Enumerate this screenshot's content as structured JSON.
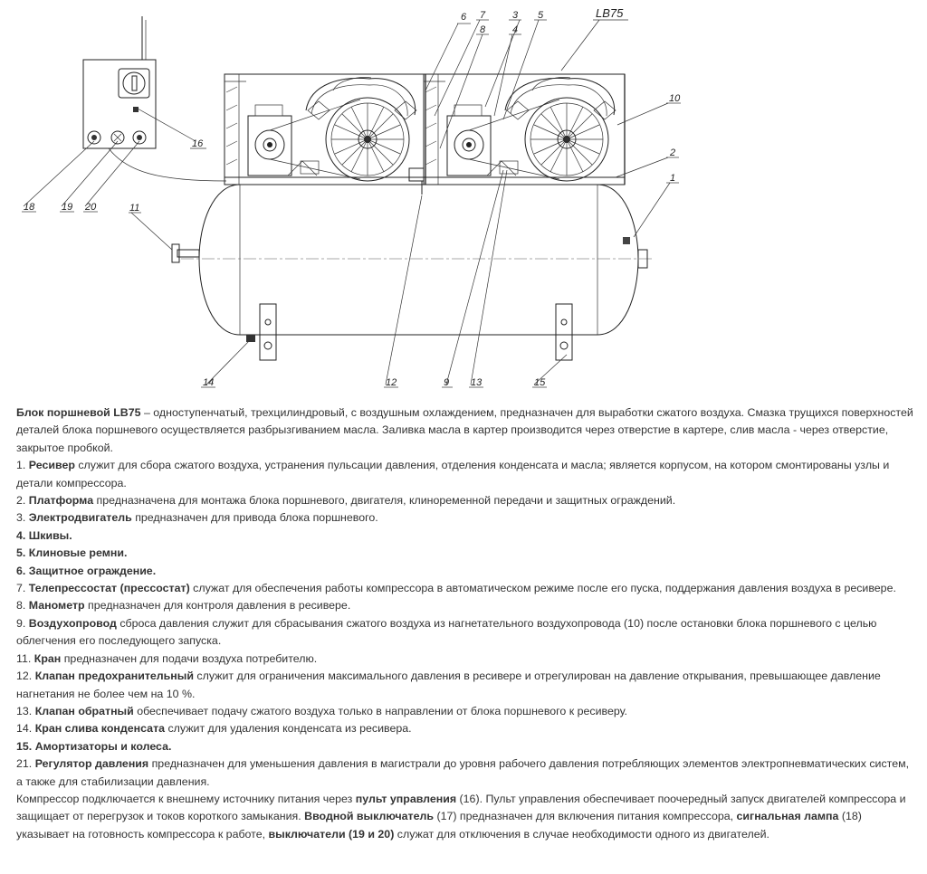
{
  "diagram": {
    "model_label": "LB75",
    "callouts": [
      "1",
      "2",
      "3",
      "4",
      "5",
      "6",
      "7",
      "8",
      "9",
      "10",
      "11",
      "12",
      "13",
      "14",
      "15",
      "16",
      "18",
      "19",
      "20"
    ]
  },
  "description": {
    "intro": {
      "title": "Блок поршневой LB75",
      "text": " – одноступенчатый, трехцилиндровый, с воздушным охлаждением, предназначен для выработки сжатого воздуха. Смазка трущихся поверхностей деталей блока поршневого осуществляется разбрызгиванием масла. Заливка масла в картер производится через отверстие в картере, слив масла - через отверстие, закрытое пробкой."
    },
    "items": [
      {
        "num": "1.",
        "term": "Ресивер",
        "text": " служит для сбора сжатого воздуха, устранения пульсации давления, отделения конденсата и масла; является корпусом, на котором смонтированы узлы и детали компрессора."
      },
      {
        "num": "2.",
        "term": "Платформа",
        "text": " предназначена для монтажа блока поршневого, двигателя, клиноременной передачи и защитных ограждений."
      },
      {
        "num": "3.",
        "term": "Электродвигатель",
        "text": " предназначен для привода блока поршневого."
      },
      {
        "num": "4.",
        "term": "Шкивы.",
        "text": ""
      },
      {
        "num": "5.",
        "term": "Клиновые ремни.",
        "text": ""
      },
      {
        "num": "6.",
        "term": "Защитное ограждение.",
        "text": ""
      },
      {
        "num": "7.",
        "term": "Телепрессостат (прессостат)",
        "text": " служат для обеспечения работы компрессора в автоматическом режиме после его пуска, поддержания давления воздуха в ресивере."
      },
      {
        "num": "8.",
        "term": "Манометр",
        "text": " предназначен для контроля давления в ресивере."
      },
      {
        "num": "9.",
        "term": "Воздухопровод",
        "text": " сброса давления служит для сбрасывания сжатого воздуха из нагнетательного воздухопровода (10) после остановки блока поршневого с целью облегчения его последующего запуска."
      },
      {
        "num": "11.",
        "term": "Кран",
        "text": " предназначен для подачи воздуха потребителю."
      },
      {
        "num": "12.",
        "term": "Клапан предохранительный",
        "text": " служит для ограничения максимального давления в ресивере и отрегулирован на давление открывания, превышающее давление нагнетания не более чем на 10 %."
      },
      {
        "num": "13.",
        "term": "Клапан обратный",
        "text": " обеспечивает подачу сжатого воздуха только в направлении от блока поршневого к ресиверу."
      },
      {
        "num": "14.",
        "term": "Кран слива конденсата",
        "text": " служит для удаления конденсата из ресивера."
      },
      {
        "num": "15.",
        "term": "Амортизаторы и колеса.",
        "text": ""
      },
      {
        "num": "21.",
        "term": "Регулятор давления",
        "text": " предназначен для уменьшения давления в магистрали до уровня рабочего давления потребляющих элементов электропневматических систем, а также для стабилизации давления."
      }
    ],
    "footer": {
      "t1": "Компрессор подключается к внешнему источнику питания через ",
      "b1": "пульт управления",
      "t2": " (16). Пульт управления обеспечивает поочередный запуск двигателей компрессора и защищает от перегрузок и токов короткого замыкания. ",
      "b2": "Вводной выключатель",
      "t3": " (17) предназначен для включения питания компрессора, ",
      "b3": "сигнальная лампа",
      "t4": " (18) указывает на готовность компрессора к работе, ",
      "b4": "выключатели (19 и 20)",
      "t5": " служат для отключения в случае необходимости одного из двигателей."
    }
  }
}
